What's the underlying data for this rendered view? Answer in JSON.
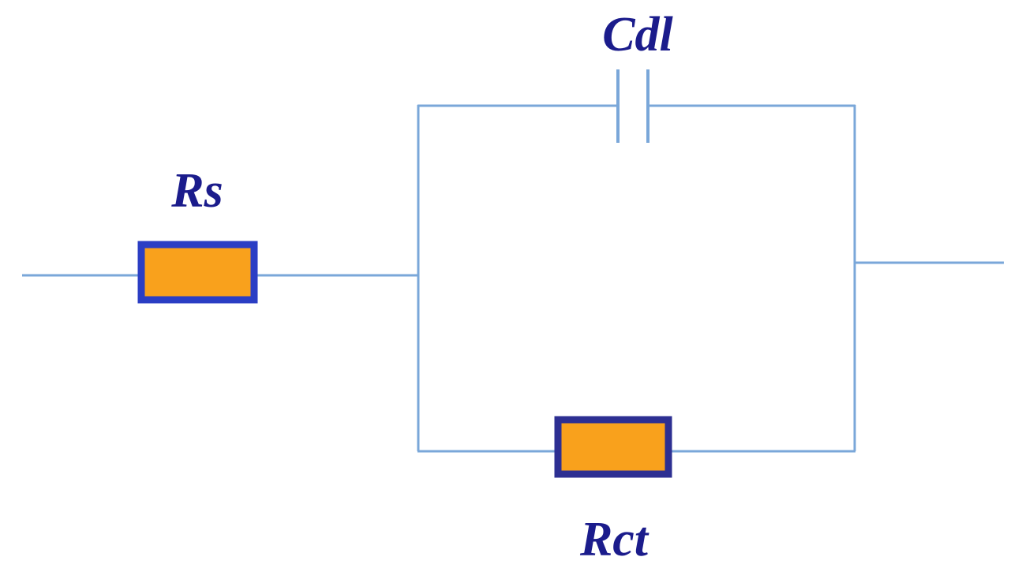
{
  "diagram": {
    "type": "equivalent-circuit",
    "labels": {
      "rs": "Rs",
      "cdl": "Cdl",
      "rct": "Rct"
    },
    "components": [
      {
        "id": "Rs",
        "kind": "resistor",
        "position": "series-left"
      },
      {
        "id": "Cdl",
        "kind": "capacitor",
        "position": "parallel-top"
      },
      {
        "id": "Rct",
        "kind": "resistor",
        "position": "parallel-bottom"
      }
    ],
    "topology": "Rs in series with (Cdl parallel to Rct)",
    "colors": {
      "wire": "#7AA7D9",
      "resistor_fill": "#F9A11C",
      "rs_border": "#2B3EC4",
      "rct_border": "#2D2F92",
      "label_text": "#1B1C8C"
    }
  }
}
